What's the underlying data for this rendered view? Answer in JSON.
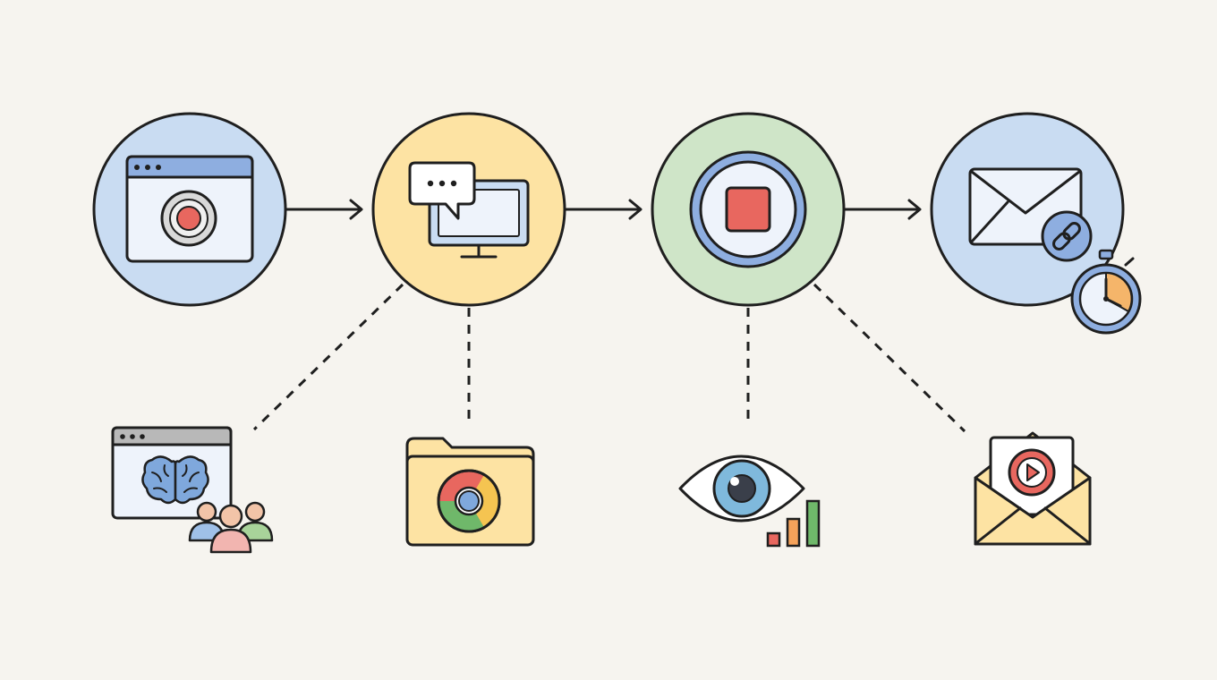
{
  "colors": {
    "background": "#f6f4ef",
    "stroke": "#1f1f1f",
    "blue": "#c9dcf2",
    "blue_dark": "#8eaee0",
    "yellow": "#fde3a3",
    "green": "#cfe5c8",
    "red": "#e8675f",
    "brain": "#7fa8dc",
    "pink": "#f2b5b0",
    "person_blue": "#9fc0e8",
    "person_green": "#a8d39a",
    "orange": "#f5b56a",
    "bar_red": "#e8675f",
    "bar_orange": "#f5a25a",
    "bar_green": "#6fb86a"
  },
  "steps": [
    {
      "icon": "browser-record-icon",
      "fill": "blue"
    },
    {
      "icon": "monitor-chat-icon",
      "fill": "yellow"
    },
    {
      "icon": "stop-recording-icon",
      "fill": "green"
    },
    {
      "icon": "email-link-icon",
      "fill": "blue",
      "badge": "stopwatch-icon"
    }
  ],
  "connectors": {
    "solid": [
      "step-1-to-step-2",
      "step-2-to-step-3",
      "step-3-to-step-4"
    ],
    "dashed": [
      "step-2-to-ai-team",
      "step-2-to-chrome-folder",
      "step-3-to-eye-analytics",
      "step-3-to-video-mail"
    ]
  },
  "details": [
    {
      "icon": "ai-brain-team-icon"
    },
    {
      "icon": "chrome-folder-icon"
    },
    {
      "icon": "eye-analytics-icon"
    },
    {
      "icon": "video-mail-icon"
    }
  ]
}
